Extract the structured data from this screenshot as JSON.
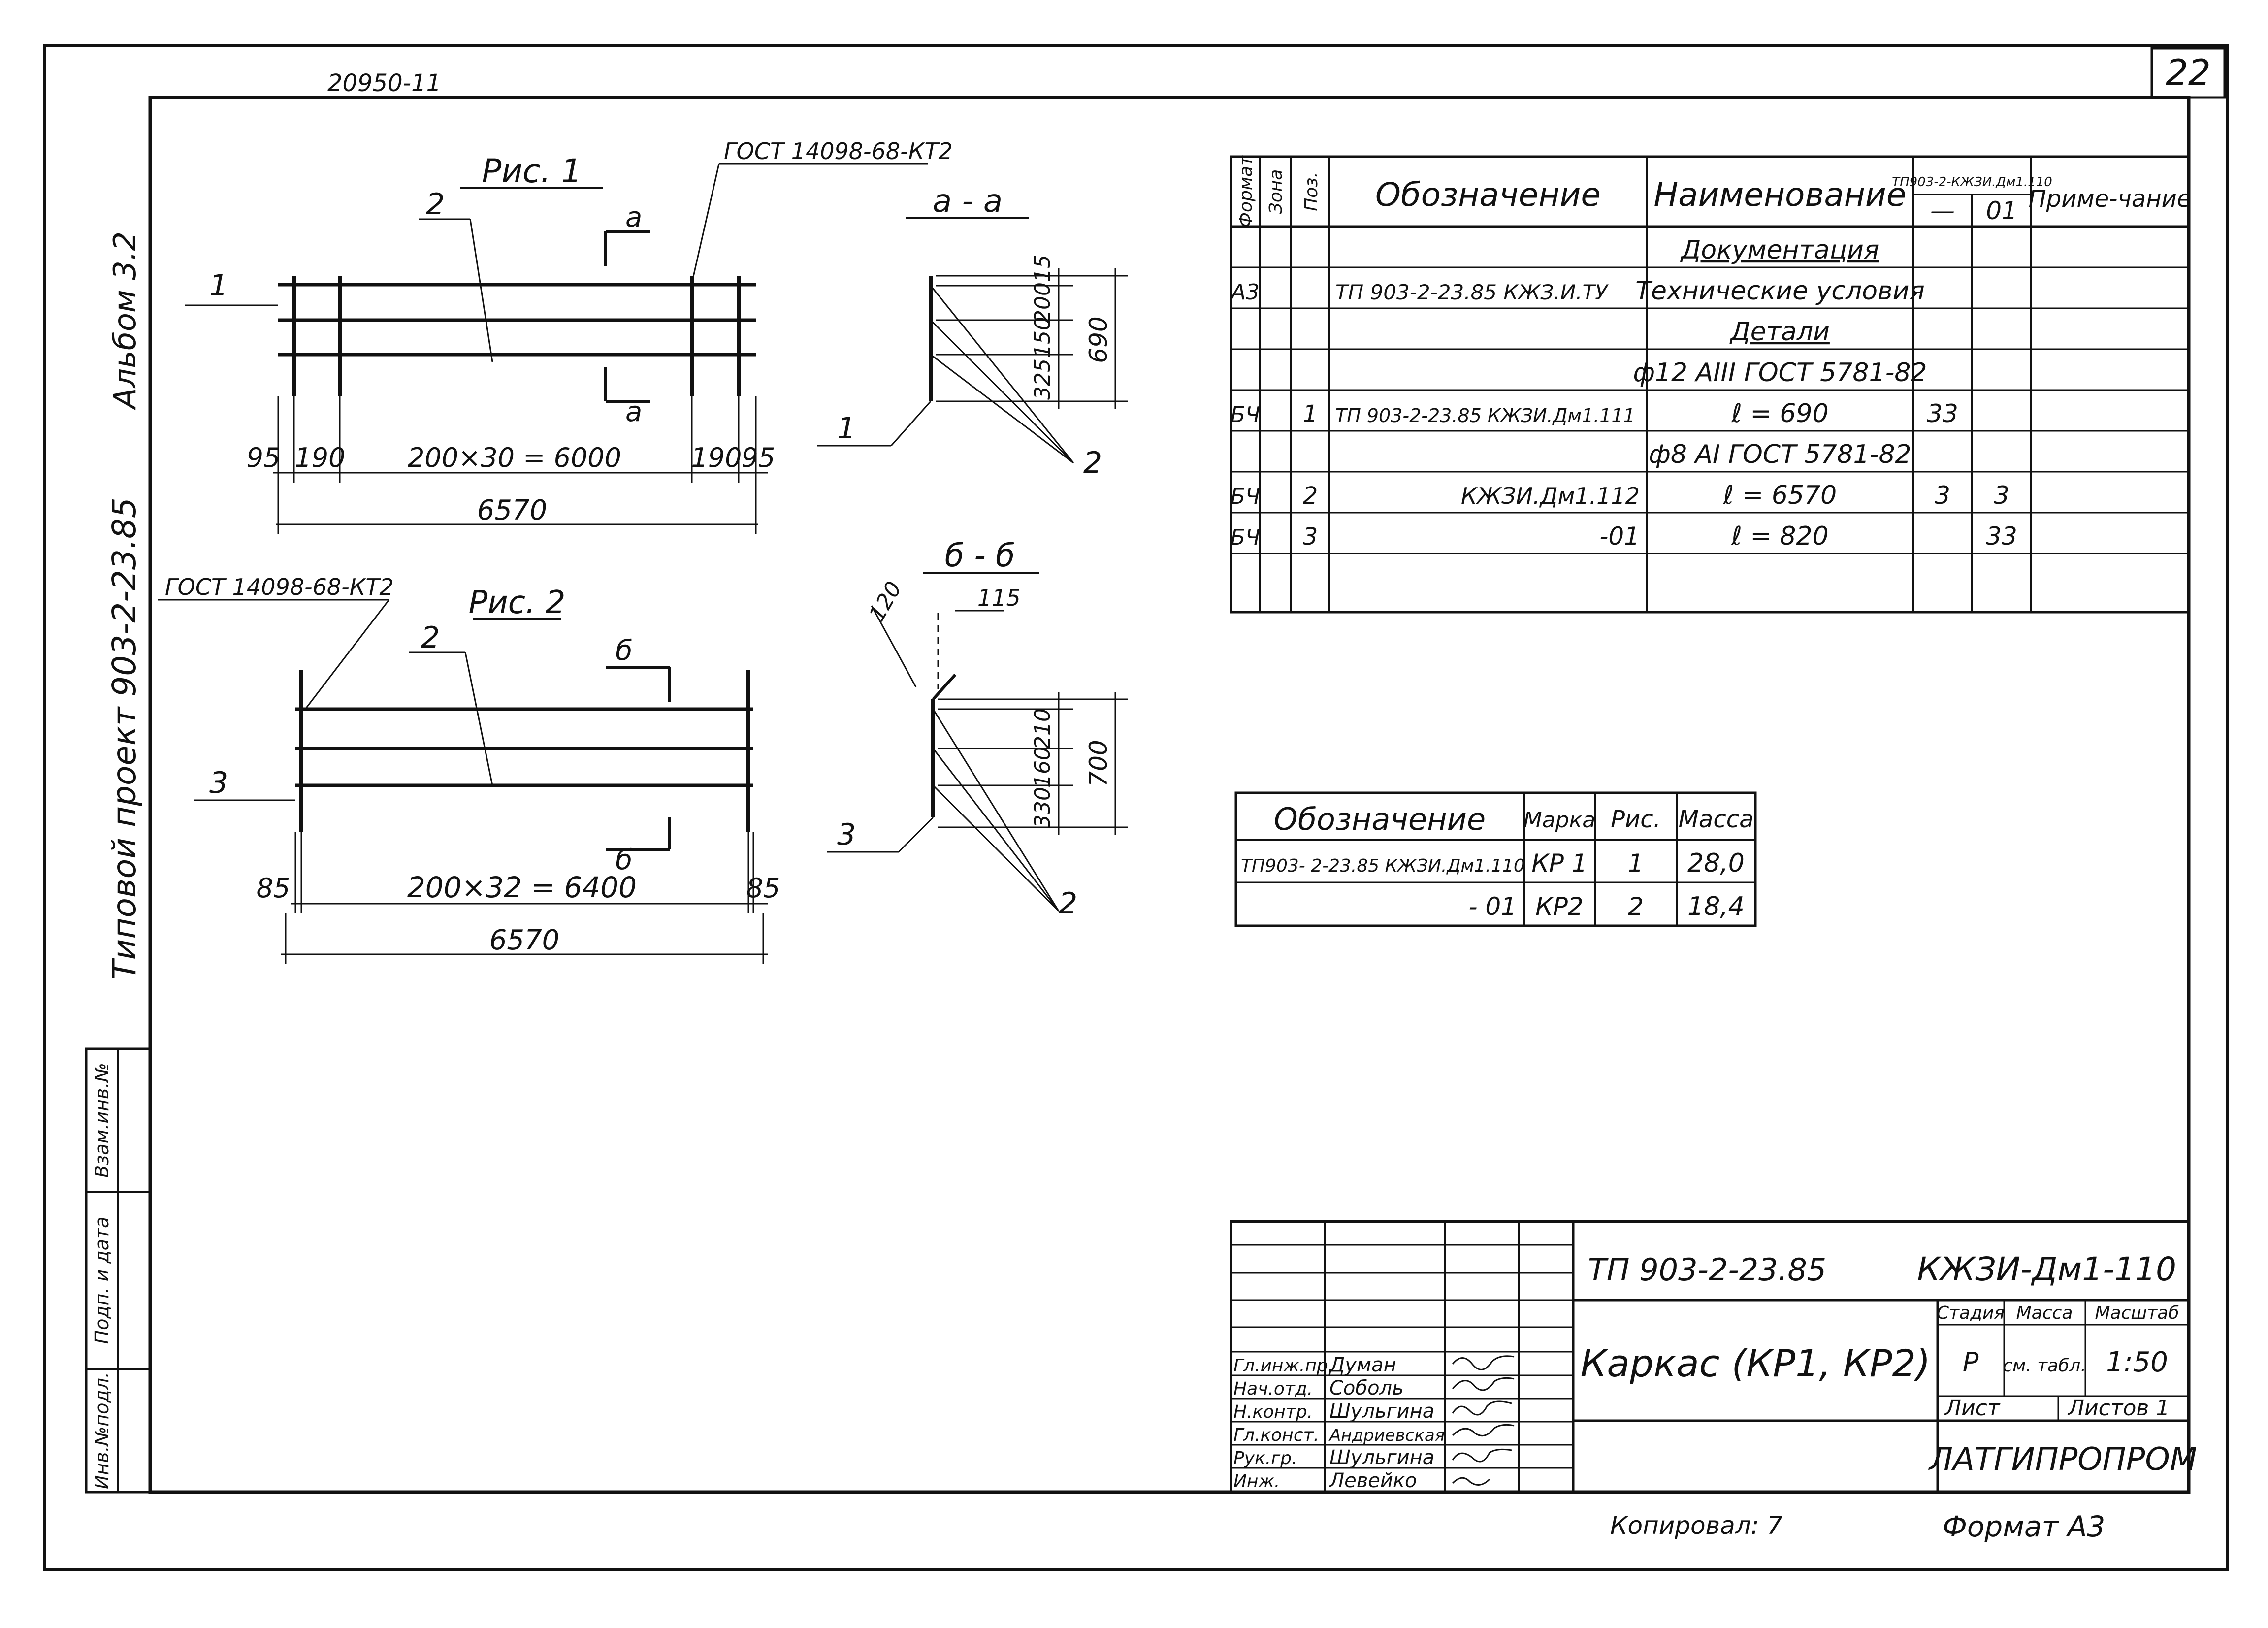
{
  "sheet": {
    "page_number": "22",
    "archive_number": "20950-11",
    "album": "Альбом 3.2",
    "project": "Типовой проект 903-2-23.85"
  },
  "left_strip": {
    "inv_no": "Инв.№подл.",
    "sign_date": "Подп. и дата",
    "replace_inv": "Взам.инв.№"
  },
  "fig1": {
    "title": "Рис. 1",
    "gost": "ГОСТ 14098-68-КТ2",
    "section_mark": "а",
    "pos_1": "1",
    "pos_2": "2",
    "dims": [
      "95",
      "190",
      "200×30 = 6000",
      "190",
      "95"
    ],
    "overall": "6570"
  },
  "section_a": {
    "title": "а - а",
    "dims": [
      "15",
      "200",
      "150",
      "325"
    ],
    "overall": "690",
    "pos_1": "1",
    "pos_2": "2"
  },
  "fig2": {
    "title": "Рис. 2",
    "gost": "ГОСТ 14098-68-КТ2",
    "section_mark": "б",
    "pos_2": "2",
    "pos_3": "3",
    "dims": [
      "85",
      "200×32 = 6400",
      "85"
    ],
    "overall": "6570"
  },
  "section_b": {
    "title": "б - б",
    "dims_top": [
      "120",
      "115"
    ],
    "dims": [
      "210",
      "160",
      "330"
    ],
    "overall": "700",
    "pos_3": "3",
    "pos_2": "2"
  },
  "spec_table": {
    "headers": {
      "format": "Формат",
      "zone": "Зона",
      "pos": "Поз.",
      "designation": "Обозначение",
      "name": "Наименование",
      "qty_group": "ТП903-2-КЖЗИ.Дм1.110",
      "qty_dash": "—",
      "qty_01": "01",
      "note": "Приме-чание"
    },
    "rows": [
      {
        "format": "",
        "pos": "",
        "designation": "",
        "name": "Документация",
        "q1": "",
        "q2": ""
      },
      {
        "format": "А3",
        "pos": "",
        "designation": "ТП 903-2-23.85 КЖЗ.И.ТУ",
        "name": "Технические условия",
        "q1": "",
        "q2": ""
      },
      {
        "format": "",
        "pos": "",
        "designation": "",
        "name": "Детали",
        "q1": "",
        "q2": ""
      },
      {
        "format": "",
        "pos": "",
        "designation": "",
        "name": "ф12 АIII ГОСТ 5781-82",
        "q1": "",
        "q2": ""
      },
      {
        "format": "БЧ",
        "pos": "1",
        "designation": "ТП 903-2-23.85 КЖЗИ.Дм1.111",
        "name": "ℓ = 690",
        "q1": "33",
        "q2": ""
      },
      {
        "format": "",
        "pos": "",
        "designation": "",
        "name": "ф8 АI ГОСТ 5781-82",
        "q1": "",
        "q2": ""
      },
      {
        "format": "БЧ",
        "pos": "2",
        "designation": "КЖЗИ.Дм1.112",
        "name": "ℓ = 6570",
        "q1": "3",
        "q2": "3"
      },
      {
        "format": "БЧ",
        "pos": "3",
        "designation": "-01",
        "name": "ℓ = 820",
        "q1": "",
        "q2": "33"
      }
    ]
  },
  "mass_table": {
    "headers": [
      "Обозначение",
      "Марка",
      "Рис.",
      "Масса"
    ],
    "rows": [
      [
        "ТП903- 2-23.85 КЖЗИ.Дм1.110",
        "КР 1",
        "1",
        "28,0"
      ],
      [
        "- 01",
        "КР2",
        "2",
        "18,4"
      ]
    ]
  },
  "title_block": {
    "project_code": "ТП 903-2-23.85",
    "doc_code": "КЖЗИ-Дм1-110",
    "title": "Каркас (КР1, КР2)",
    "stage_label": "Стадия",
    "mass_label": "Масса",
    "scale_label": "Масштаб",
    "stage": "Р",
    "mass": "см. табл.",
    "scale": "1:50",
    "sheet_label": "Лист",
    "sheets_label": "Листов 1",
    "org": "ЛАТГИПРОПРОМ",
    "people": [
      {
        "role": "Гл.инж.пр.",
        "name": "Думан"
      },
      {
        "role": "Нач.отд.",
        "name": "Соболь"
      },
      {
        "role": "Н.контр.",
        "name": "Шульгина"
      },
      {
        "role": "Гл.конст.",
        "name": "Андриевская"
      },
      {
        "role": "Рук.гр.",
        "name": "Шульгина"
      },
      {
        "role": "Инж.",
        "name": "Левейко"
      }
    ],
    "copied": "Копировал: 7",
    "format": "Формат А3"
  }
}
